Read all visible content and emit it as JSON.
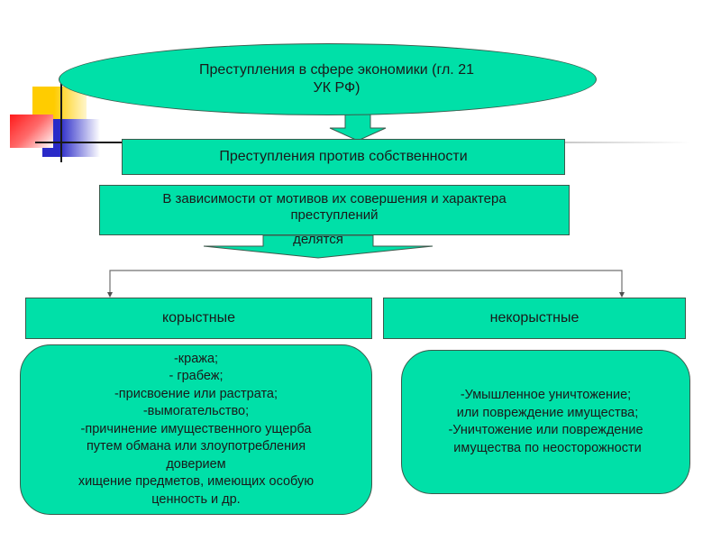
{
  "diagram": {
    "root": {
      "lines": [
        "Преступления  в сфере экономики (гл. 21",
        "УК РФ)"
      ]
    },
    "level1": {
      "label": "Преступления против собственности"
    },
    "classifier": {
      "lines": [
        "В зависимости от мотивов их совершения и характера",
        "преступлений"
      ],
      "arrow_label": "делятся"
    },
    "categories": [
      {
        "label": "корыстные",
        "items": [
          "-кража;",
          "- грабеж;",
          "-присвоение или растрата;",
          "-вымогательство;",
          "-причинение имущественного ущерба",
          "путем обмана или злоупотребления",
          "доверием",
          "хищение предметов,  имеющих особую",
          "ценность и др."
        ]
      },
      {
        "label": "некорыстные",
        "items": [
          "-Умышленное уничтожение;",
          " или повреждение имущества;",
          "-Уничтожение или повреждение",
          " имущества по неосторожности"
        ]
      }
    ],
    "colors": {
      "node_fill": "#00e0a8",
      "node_border": "#3c5a4c",
      "connector": "#707070",
      "deco_yellow": "#ffcc00",
      "deco_red": "#ff1a1a",
      "deco_blue": "#2a2ac8"
    }
  }
}
